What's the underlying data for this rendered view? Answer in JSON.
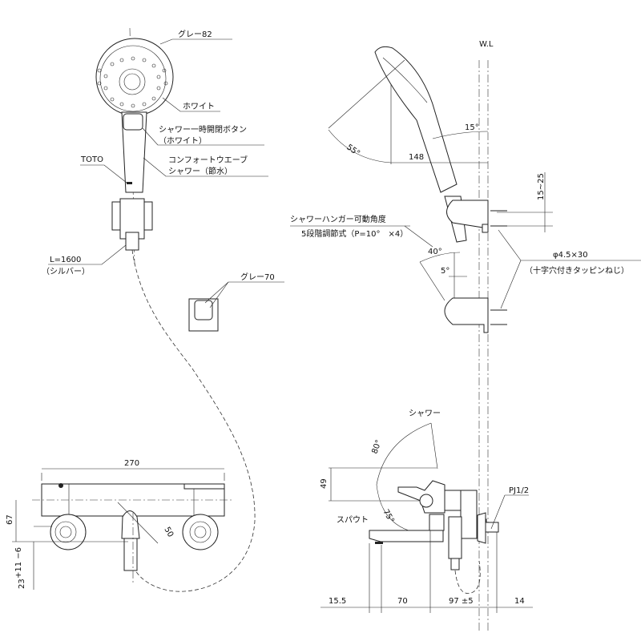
{
  "front_view": {
    "head_color_label": "グレー82",
    "face_color_label": "ホワイト",
    "button_label_1": "シャワー一時開閉ボタン",
    "button_label_2": "（ホワイト）",
    "model_label_1": "コンフォートウエーブ",
    "model_label_2": "シャワー（節水）",
    "brand_label": "TOTO",
    "hose_label_1": "L=1600",
    "hose_label_2": "（シルバー）",
    "hanger_color_label": "グレー70"
  },
  "side_view": {
    "wall_line_label": "W.L",
    "angle_head": "55°",
    "angle_tilt": "15°",
    "dim_148": "148",
    "dim_mount": "15~25",
    "hanger_label_1": "シャワーハンガー可動角度",
    "hanger_label_2": "5段階調節式（P=10°　×4）",
    "angle_40": "40°",
    "angle_5": "5°",
    "screw_label_1": "φ4.5×30",
    "screw_label_2": "（十字穴付きタッピンねじ）"
  },
  "faucet_front": {
    "dim_width": "270",
    "dim_67": "67",
    "dim_50": "50",
    "dim_23": "23",
    "dim_tol": "+11 −6"
  },
  "faucet_side": {
    "shower_label": "シャワー",
    "spout_label": "スパウト",
    "angle_80": "80°",
    "angle_75": "75°",
    "dim_49": "49",
    "pipe_label": "PJ1/2",
    "dim_15_5": "15.5",
    "dim_70": "70",
    "dim_97": "97 ±5",
    "dim_14": "14"
  }
}
